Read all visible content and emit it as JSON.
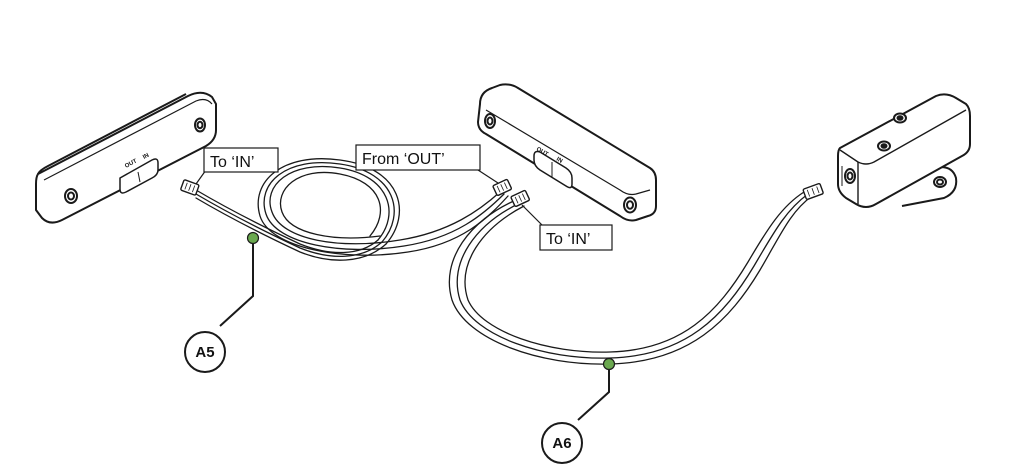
{
  "labels": {
    "left_to_in": "To ‘IN’",
    "from_out": "From ‘OUT’",
    "mid_to_in": "To ‘IN’"
  },
  "ports": {
    "out": "OUT",
    "in": "IN"
  },
  "callouts": {
    "a5": "A5",
    "a6": "A6"
  },
  "colors": {
    "line": "#1a1a1a",
    "marker": "#6aa84f"
  }
}
